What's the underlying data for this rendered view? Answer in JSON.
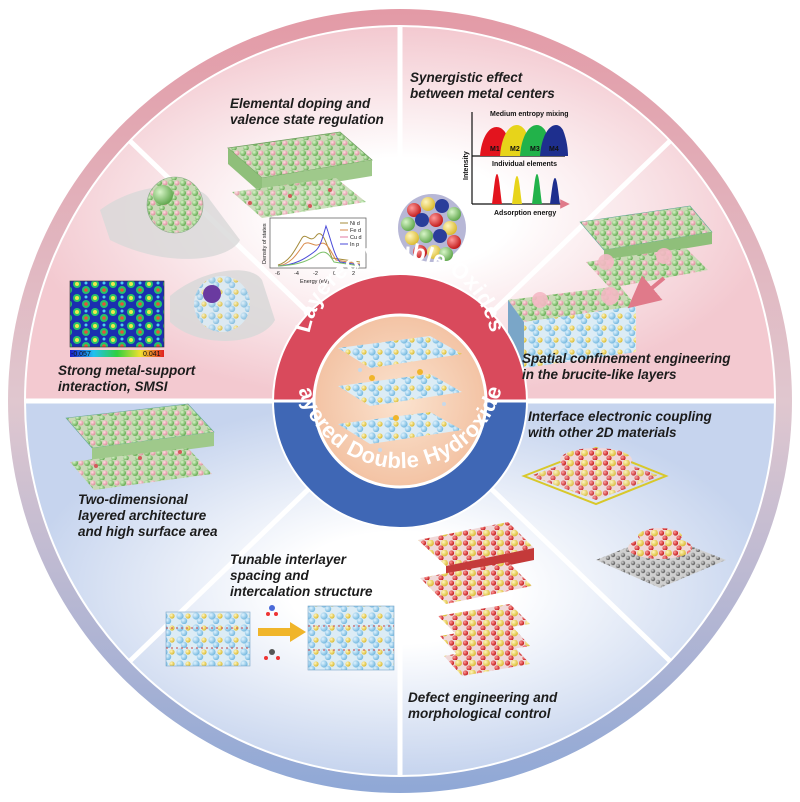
{
  "hub": {
    "top_arc_text": "Layered Double Oxides",
    "bottom_arc_text": "Layered Double Hydroxides"
  },
  "segments": [
    {
      "key": "doping",
      "lines": [
        "Elemental doping and",
        "valence state regulation"
      ]
    },
    {
      "key": "synergy",
      "lines": [
        "Synergistic effect",
        "between metal centers"
      ]
    },
    {
      "key": "smsi",
      "lines": [
        "Strong metal-support",
        "interaction, SMSI"
      ]
    },
    {
      "key": "confinement",
      "lines": [
        "Spatial confinement engineering",
        "in the brucite-like layers"
      ]
    },
    {
      "key": "twod",
      "lines": [
        "Two-dimensional",
        "layered architecture",
        "and high surface area"
      ]
    },
    {
      "key": "coupling",
      "lines": [
        "Interface electronic coupling",
        "with other 2D materials"
      ]
    },
    {
      "key": "interlayer",
      "lines": [
        "Tunable interlayer",
        "spacing and",
        "intercalation structure"
      ]
    },
    {
      "key": "defect",
      "lines": [
        "Defect engineering and",
        "morphological control"
      ]
    }
  ],
  "spectrum_inset": {
    "title": "Medium entropy mixing",
    "peaks": [
      "M1",
      "M2",
      "M3",
      "M4"
    ],
    "middle_label": "Individual elements",
    "x_label": "Adsorption energy",
    "y_label": "Intensity"
  },
  "dos_inset": {
    "x_label": "Energy (eV)",
    "y_label": "Density of states",
    "legend": [
      "Ni d",
      "Fe d",
      "Cu d",
      "In p"
    ],
    "ticks": [
      "-6",
      "-4",
      "-2",
      "0",
      "2"
    ]
  },
  "smsi_map": {
    "scale_min": "-0.057",
    "scale_max": "0.041"
  },
  "colors": {
    "ldo_red": "#d94a5c",
    "ldh_blue": "#3f67b5",
    "outer_ring_top": "#e8a2ad",
    "outer_ring_bottom": "#9bb1d8"
  }
}
